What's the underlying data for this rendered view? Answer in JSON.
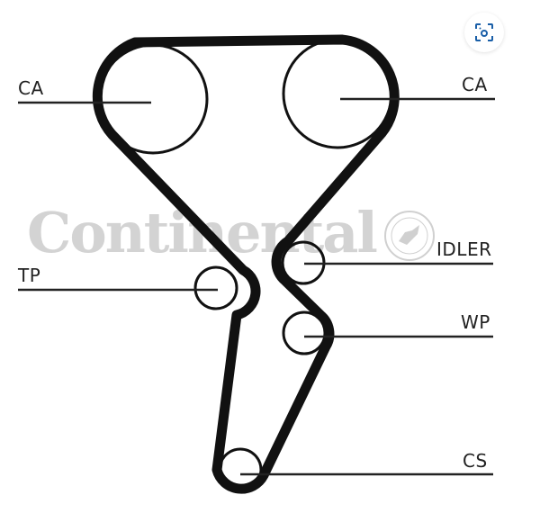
{
  "watermark": {
    "text": "Continental"
  },
  "labels": {
    "ca_left": "CA",
    "ca_right": "CA",
    "tp": "TP",
    "idler": "IDLER",
    "wp": "WP",
    "cs": "CS"
  },
  "lens_button": {
    "icon": "visual-search-icon",
    "color": "#1a5fa8"
  },
  "colors": {
    "belt": "#111111",
    "line": "#222222",
    "watermark": "#d3d3d3"
  }
}
